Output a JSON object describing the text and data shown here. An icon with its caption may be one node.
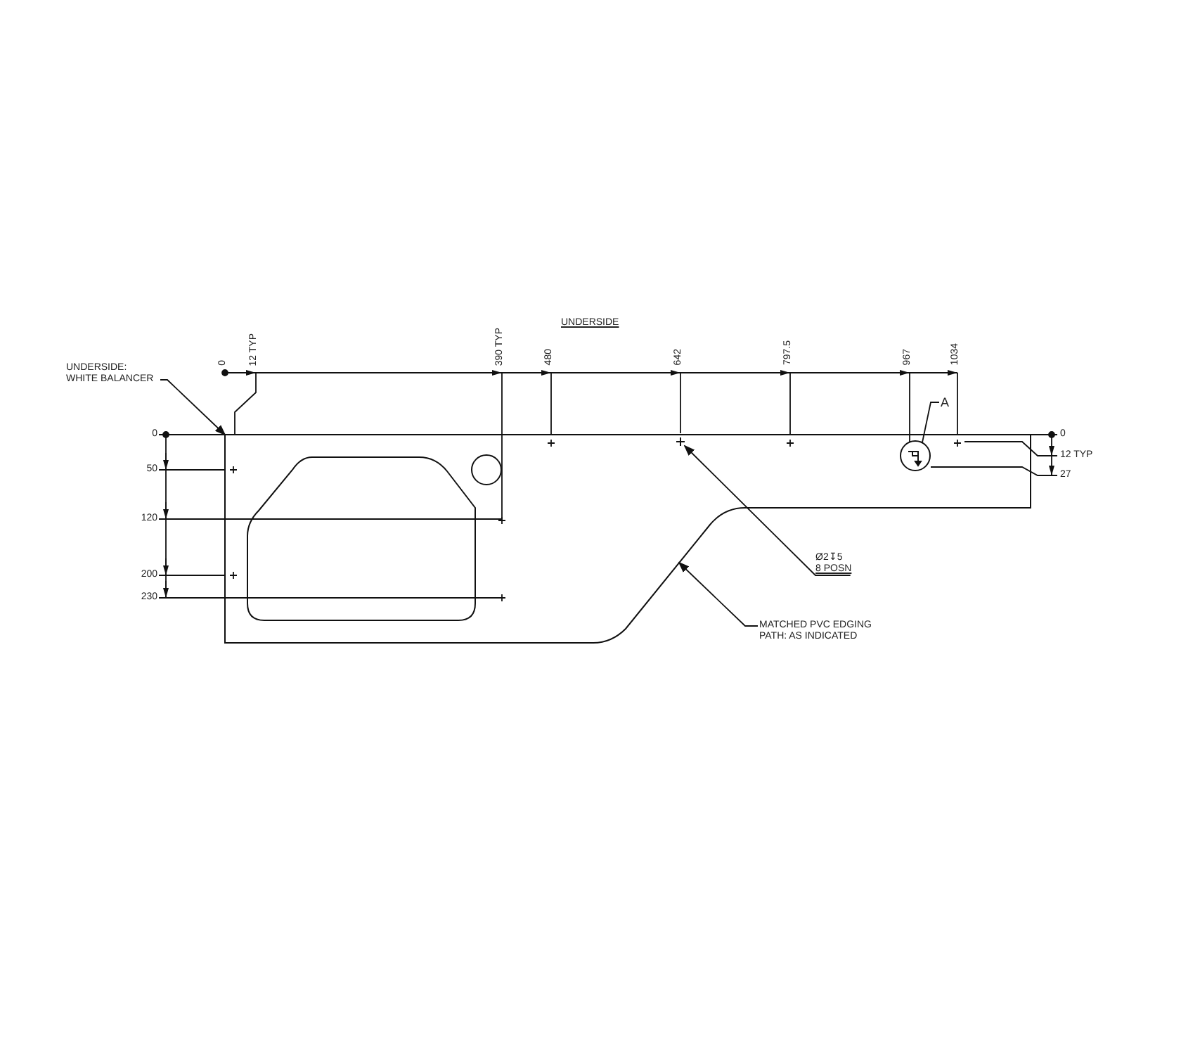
{
  "diagram": {
    "title": "UNDERSIDE",
    "nodes": [
      {
        "text": [
          "UNDERSIDE: WHITE BALANCER"
        ]
      },
      {
        "text": [],
        "shape": "box"
      },
      {
        "text": [
          "Ø2↧5",
          "8 POSN"
        ]
      },
      {
        "text": [],
        "shape": "circle",
        "in": 1
      },
      {
        "text": [
          "MATCHED PVC EDGING PATH: AS INDICATED"
        ]
      },
      {
        "text": [
          "A"
        ]
      },
      {
        "text": [],
        "shape": "circle",
        "in": 1
      },
      {
        "text": [],
        "shape": "box",
        "in": 1
      },
      {
        "text": [],
        "shape": "circle",
        "in": 1
      }
    ],
    "edges": [
      {
        "from": 0,
        "to": 1,
        "arrow": "to"
      },
      {
        "from": 2,
        "to": 3,
        "arrow": "to"
      },
      {
        "from": 4,
        "to": 1,
        "arrow": "to"
      },
      {
        "from": 5,
        "to": 6,
        "arrow": "none"
      }
    ],
    "labels": [
      "0",
      "12 TYP",
      "390 TYP",
      "480",
      "642",
      "797.5",
      "967",
      "1034",
      "0",
      "50",
      "120",
      "200",
      "230",
      "0",
      "12 TYP",
      "27"
    ]
  }
}
